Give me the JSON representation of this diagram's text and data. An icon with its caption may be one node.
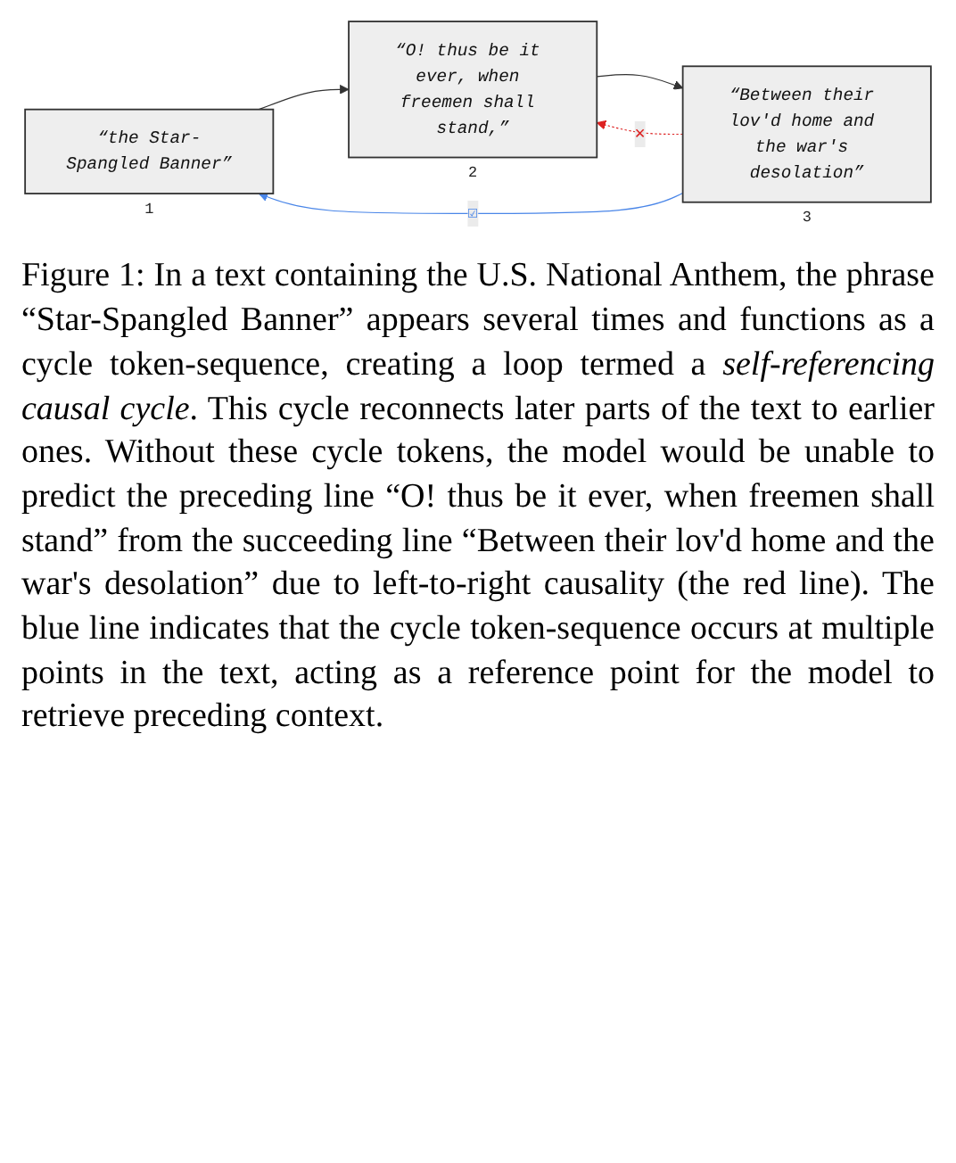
{
  "diagram": {
    "nodes": [
      {
        "text": [
          "“the Star-Spangled Banner”"
        ],
        "beside": [
          "1"
        ]
      },
      {
        "text": [
          "“O! thus be it ever, when freemen shall stand,”"
        ],
        "beside": [
          "2"
        ]
      },
      {
        "text": [
          "“Between their lov'd home and the war's desolation”"
        ],
        "beside": [
          "3"
        ]
      }
    ],
    "edges": [
      {
        "from": 0,
        "to": 1,
        "arrow": "to"
      },
      {
        "from": 1,
        "to": 2,
        "arrow": "to"
      },
      {
        "from": 2,
        "to": 1,
        "arrow": "to",
        "label": "✕",
        "style": "dashed",
        "color": "#dd2222"
      },
      {
        "from": 2,
        "to": 0,
        "arrow": "to",
        "label": "☑",
        "color": "#4a86e8"
      }
    ],
    "caption": "Figure 1: In a text containing the U.S. National Anthem, the phrase “Star-Spangled Banner” appears several times and functions as a cycle token-sequence, creating a loop termed a *self-referencing causal cycle*. This cycle reconnects later parts of the text to earlier ones. Without these cycle tokens, the model would be unable to predict the preceding line “O! thus be it ever, when freemen shall stand” from the succeeding line “Between their lov'd home and the war's desolation” due to left-to-right causality (the red line). The blue line indicates that the cycle token-sequence occurs at multiple points in the text, acting as a reference point for the model to retrieve preceding context."
  }
}
